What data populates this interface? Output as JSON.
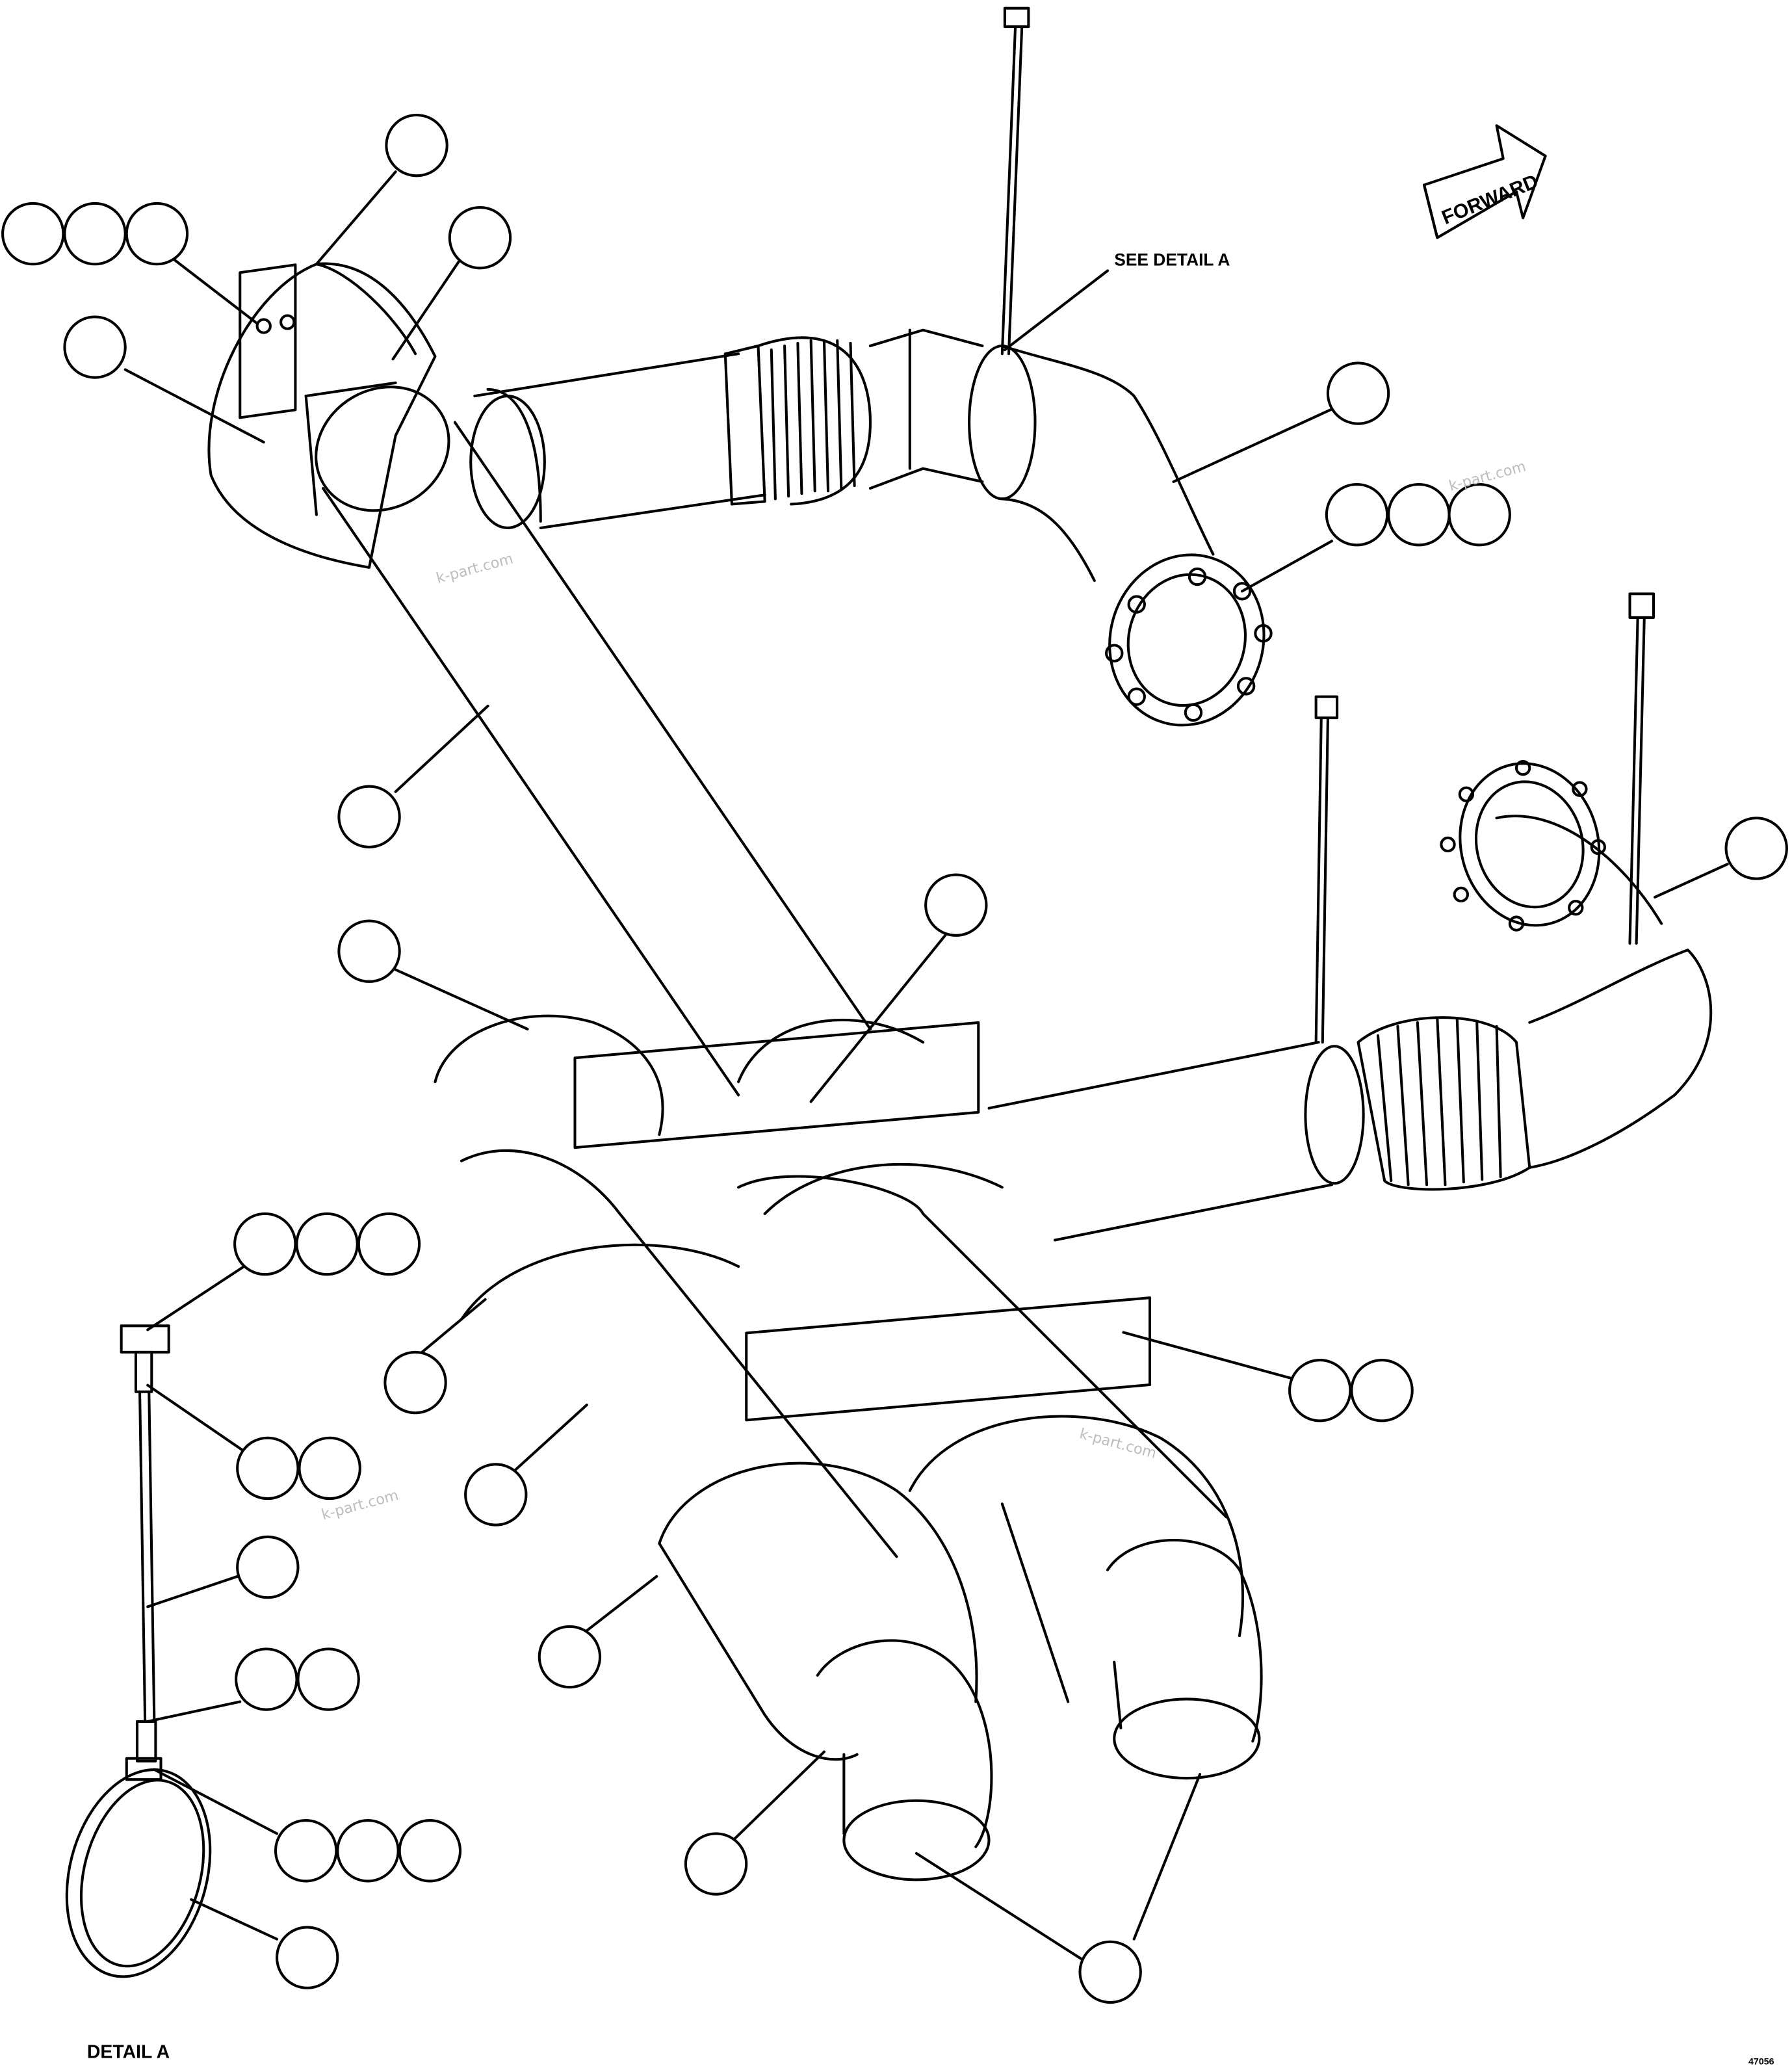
{
  "diagram": {
    "forward_arrow_label": "FORWARD",
    "see_detail_label": "SEE DETAIL A",
    "detail_label": "DETAIL A",
    "figure_number": "47056",
    "watermarks": [
      "k-part.com",
      "k-part.com",
      "k-part.com",
      "k-part.com"
    ]
  }
}
